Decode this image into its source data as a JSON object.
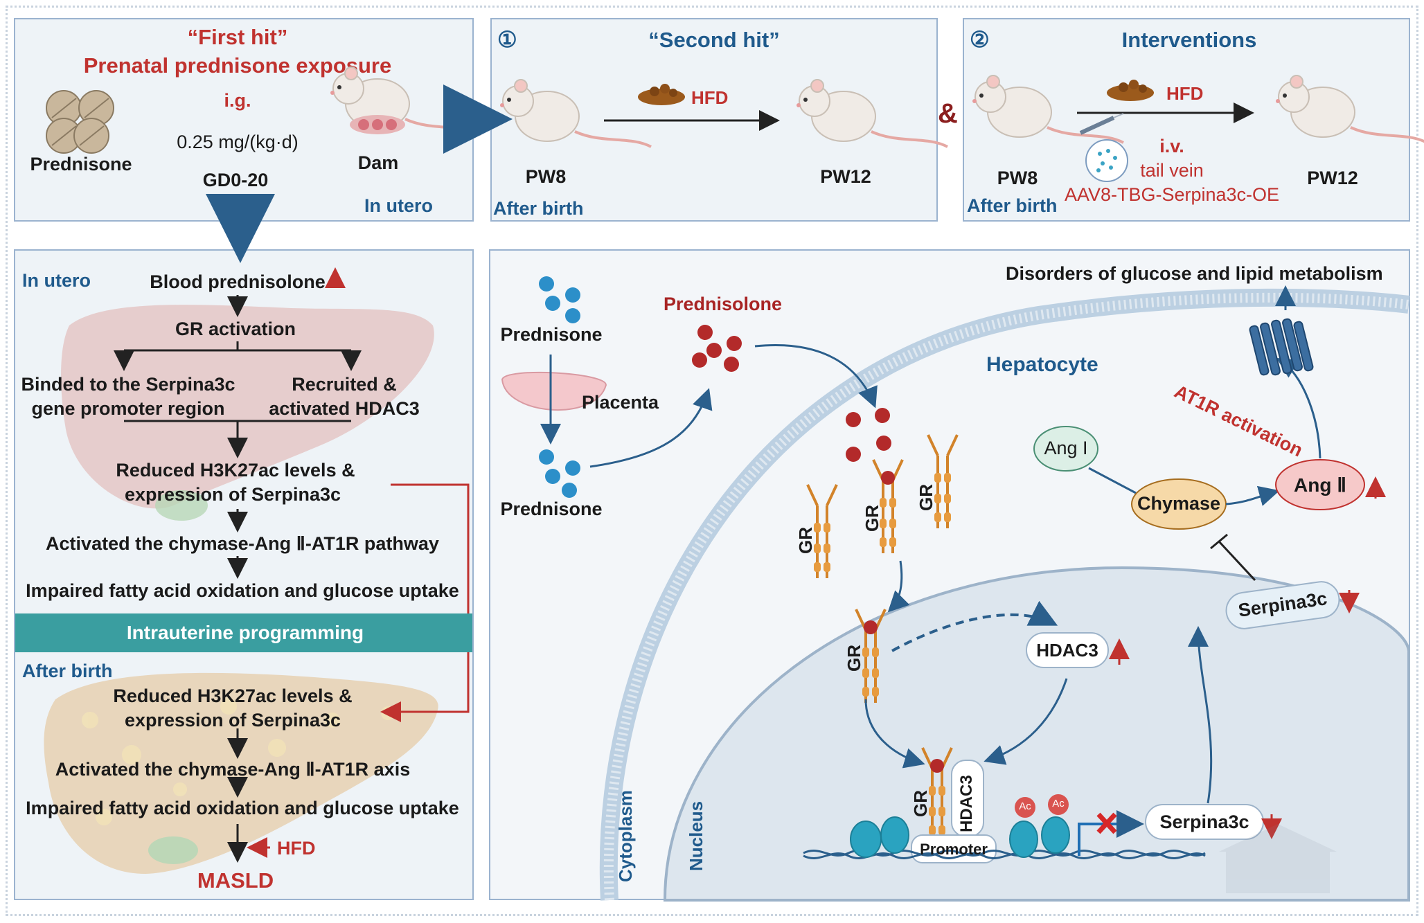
{
  "first_hit": {
    "title": "“First hit”",
    "subtitle": "Prenatal prednisone exposure",
    "route": "i.g.",
    "dose": "0.25 mg/(kg·d)",
    "drug": "Prednisone",
    "period": "GD0-20",
    "animal": "Dam",
    "location": "In utero"
  },
  "second_hit": {
    "number": "①",
    "title": "“Second hit”",
    "diet": "HFD",
    "start": "PW8",
    "end": "PW12",
    "location": "After birth"
  },
  "interventions": {
    "number": "②",
    "connector": "&",
    "title": "Interventions",
    "diet": "HFD",
    "route": "i.v.",
    "site": "tail vein",
    "vector": "AAV8-TBG-Serpina3c-OE",
    "start": "PW8",
    "end": "PW12",
    "location": "After birth"
  },
  "flow": {
    "in_utero": "In utero",
    "step1": "Blood prednisolone",
    "step2": "GR activation",
    "branch_left_1": "Binded to the Serpina3c",
    "branch_left_2": "gene promoter region",
    "branch_right_1": "Recruited &",
    "branch_right_2": "activated  HDAC3",
    "step3a": "Reduced H3K27ac levels &",
    "step3b": "expression of  Serpina3c",
    "step4": "Activated the chymase-Ang Ⅱ-AT1R pathway",
    "step5": "Impaired fatty acid oxidation and glucose uptake",
    "banner": "Intrauterine programming",
    "after_birth": "After birth",
    "post1a": "Reduced H3K27ac levels &",
    "post1b": "expression of  Serpina3c",
    "post2": "Activated the chymase-Ang Ⅱ-AT1R axis",
    "post3": "Impaired fatty acid oxidation and glucose uptake",
    "hfd": "HFD",
    "outcome": "MASLD"
  },
  "mechanism": {
    "prednisone_top": "Prednisone",
    "placenta": "Placenta",
    "prednisone_bottom": "Prednisone",
    "prednisolone": "Prednisolone",
    "hepatocyte": "Hepatocyte",
    "disorders": "Disorders of glucose and lipid metabolism",
    "at1r": "AT1R activation",
    "ang1": "Ang I",
    "chymase": "Chymase",
    "ang2": "Ang Ⅱ",
    "gr1": "GR",
    "gr2": "GR",
    "gr3": "GR",
    "gr4": "GR",
    "gr5": "GR",
    "hdac3": "HDAC3",
    "hdac3_complex": "HDAC3",
    "serpina3c_cyto": "Serpina3c",
    "serpina3c_gene": "Serpina3c",
    "promoter": "Promoter",
    "ac1": "Ac",
    "ac2": "Ac",
    "cytoplasm": "Cytoplasm",
    "nucleus": "Nucleus"
  },
  "colors": {
    "red": "#c0322f",
    "blue": "#1f5a8c",
    "teal": "#3a9ea0",
    "panel_bg": "#eef3f7",
    "chymase_fill": "#f6d9a8",
    "ang2_fill": "#f6c9c9",
    "ang1_fill": "#dcefe6"
  }
}
